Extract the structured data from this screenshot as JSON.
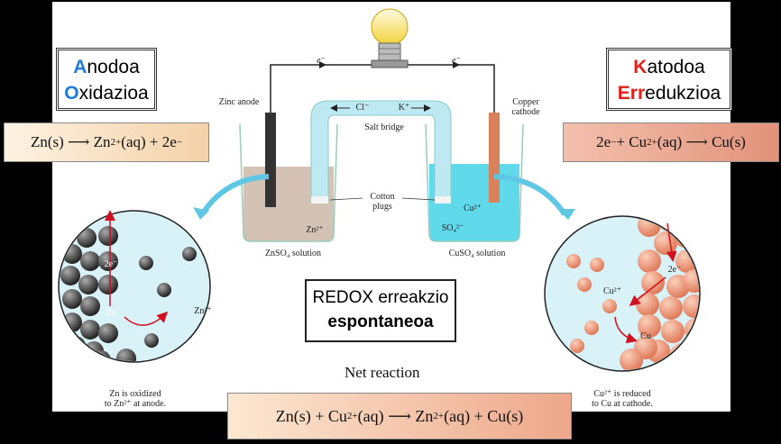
{
  "anode_box": {
    "line1_cap": "A",
    "line1_rest": "nodoa",
    "line2_cap": "O",
    "line2_rest": "xidazioa",
    "color": "#1f7bd6"
  },
  "cathode_box": {
    "line1_cap": "K",
    "line1_rest": "atodoa",
    "line2_cap": "Err",
    "line2_rest": "edukzioa",
    "color": "#e0201b"
  },
  "anode_equation": {
    "left": "Zn(s)",
    "right": "Zn",
    "charge": "2+",
    "state": "(aq) + 2e",
    "minus": "−"
  },
  "cathode_equation": {
    "left": "2e",
    "minus": "−",
    "mid": " + Cu",
    "charge": "2+",
    "state": "(aq)",
    "right": "Cu(s)"
  },
  "net_title": "Net reaction",
  "net_equation": {
    "a": "Zn(s) + Cu",
    "charge1": "2+",
    "b": "(aq)",
    "c": "Zn",
    "charge2": "2+",
    "d": "(aq) + Cu(s)"
  },
  "redox": {
    "line1": "REDOX erreakzio",
    "line2": "espontaneoa"
  },
  "labels": {
    "zinc_anode": "Zinc anode",
    "copper_cathode": "Copper cathode",
    "salt_bridge": "Salt bridge",
    "cl": "Cl⁻",
    "k": "K⁺",
    "electron_left": "e⁻",
    "electron_right": "e⁻",
    "cotton_plugs": "Cotton plugs",
    "zn_ion": "Zn²⁺",
    "cu_ion": "Cu²⁺",
    "so4": "SO₄²⁻",
    "znso4": "ZnSO₄ solution",
    "cuso4": "CuSO₄ solution",
    "left_circle_2e": "2e⁻",
    "left_circle_zn": "Zn",
    "left_circle_zn2": "Zn²⁺",
    "right_circle_2e": "2e⁻",
    "right_circle_cu2": "Cu²⁺",
    "right_circle_cu": "Cu",
    "left_caption_1": "Zn is oxidized",
    "left_caption_2": "to Zn²⁺ at anode.",
    "right_caption_1": "Cu²⁺ is reduced",
    "right_caption_2": "to Cu at cathode."
  },
  "colors": {
    "bg": "#000000",
    "anode_eq": "#fbe7cc",
    "cathode_eq": "#e8a48c",
    "solution_zn": "#cdb8a8",
    "solution_cu": "#4fd6e8",
    "bridge": "#bfe9f2",
    "copper": "#d9815a",
    "zinc": "#333333"
  }
}
